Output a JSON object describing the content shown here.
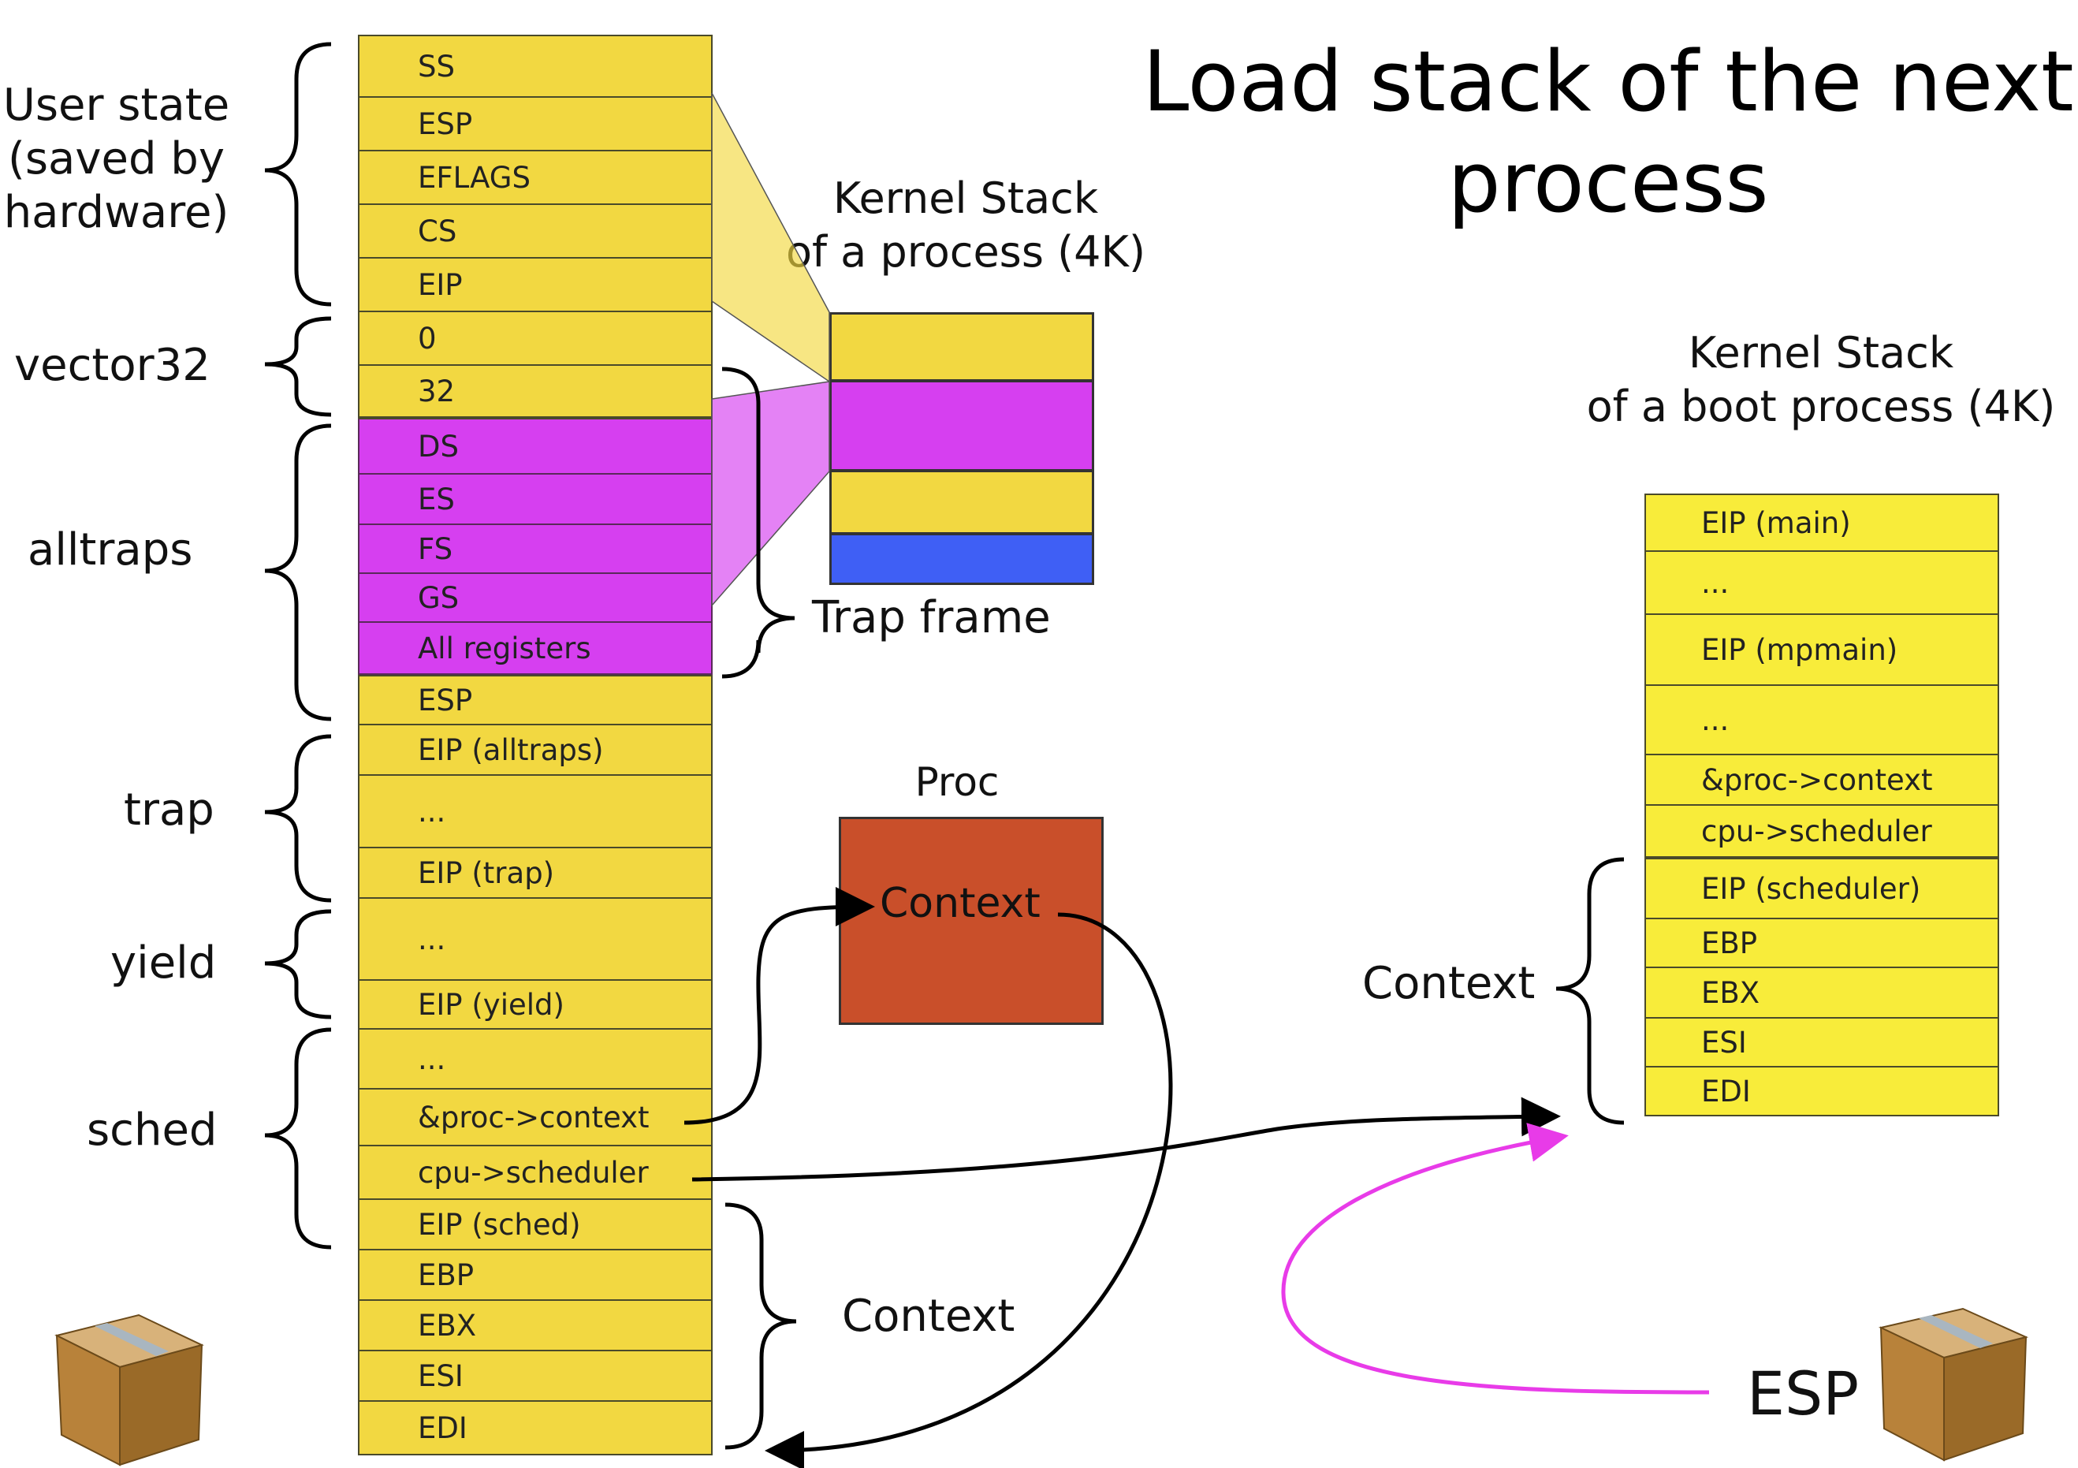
{
  "title": {
    "line1": "Load stack of the next",
    "line2": "process"
  },
  "left_stack": {
    "cells": [
      {
        "label": "SS",
        "color": "yellow"
      },
      {
        "label": "ESP",
        "color": "yellow"
      },
      {
        "label": "EFLAGS",
        "color": "yellow"
      },
      {
        "label": "CS",
        "color": "yellow"
      },
      {
        "label": "EIP",
        "color": "yellow"
      },
      {
        "label": "0",
        "color": "yellow"
      },
      {
        "label": "32",
        "color": "yellow"
      },
      {
        "label": "DS",
        "color": "magenta"
      },
      {
        "label": "ES",
        "color": "magenta"
      },
      {
        "label": "FS",
        "color": "magenta"
      },
      {
        "label": "GS",
        "color": "magenta"
      },
      {
        "label": "All registers",
        "color": "magenta"
      },
      {
        "label": "ESP",
        "color": "yellow"
      },
      {
        "label": "EIP (alltraps)",
        "color": "yellow"
      },
      {
        "label": "...",
        "color": "yellow"
      },
      {
        "label": "EIP (trap)",
        "color": "yellow"
      },
      {
        "label": "...",
        "color": "yellow"
      },
      {
        "label": "EIP (yield)",
        "color": "yellow"
      },
      {
        "label": "...",
        "color": "yellow"
      },
      {
        "label": "&proc->context",
        "color": "yellow"
      },
      {
        "label": "cpu->scheduler",
        "color": "yellow"
      },
      {
        "label": "EIP (sched)",
        "color": "yellow"
      },
      {
        "label": "EBP",
        "color": "yellow"
      },
      {
        "label": "EBX",
        "color": "yellow"
      },
      {
        "label": "ESI",
        "color": "yellow"
      },
      {
        "label": "EDI",
        "color": "yellow"
      }
    ]
  },
  "group_labels": {
    "user_state": [
      "User state",
      "(saved by",
      "hardware)"
    ],
    "vector32": "vector32",
    "alltraps": "alltraps",
    "trap": "trap",
    "yield": "yield",
    "sched": "sched"
  },
  "trap_frame_label": "Trap frame",
  "left_context_label": "Context",
  "kernel_stack_process": {
    "line1": "Kernel Stack",
    "line2": "of a process (4K)"
  },
  "proc": {
    "title": "Proc",
    "context_label": "Context"
  },
  "kernel_stack_boot": {
    "line1": "Kernel Stack",
    "line2": "of a boot process (4K)",
    "cells": [
      "EIP (main)",
      "...",
      "EIP (mpmain)",
      "...",
      "&proc->context",
      "cpu->scheduler",
      "EIP (scheduler)",
      "EBP",
      "EBX",
      "ESI",
      "EDI"
    ]
  },
  "boot_context_label": "Context",
  "esp_label": "ESP",
  "colors": {
    "stack_yellow": "#f2d841",
    "trapframe_magenta": "#d63ff0",
    "boot_yellow": "#f8ec3a",
    "proc_red": "#c94f2a",
    "mini_blue": "#3f5ff5",
    "esp_arrow": "#e83be8"
  }
}
